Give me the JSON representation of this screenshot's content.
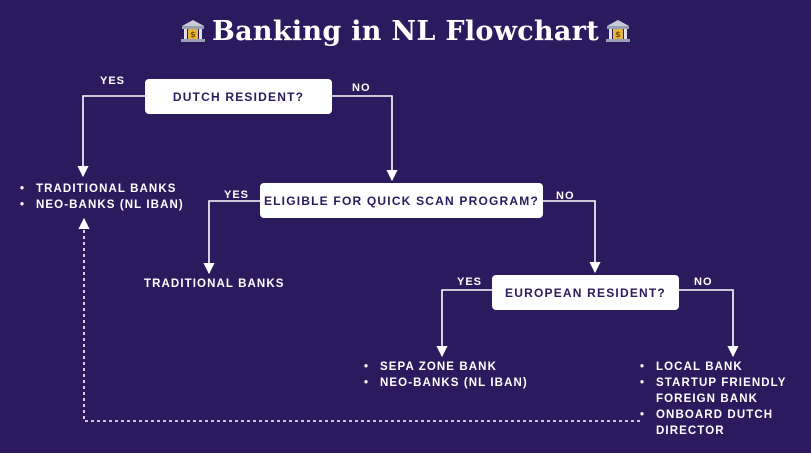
{
  "title": "Banking in NL Flowchart",
  "decisions": {
    "dutch_resident": "DUTCH RESIDENT?",
    "quick_scan": "ELIGIBLE FOR QUICK SCAN PROGRAM?",
    "european_resident": "EUROPEAN RESIDENT?"
  },
  "edges": {
    "dutch_yes": "YES",
    "dutch_no": "NO",
    "scan_yes": "YES",
    "scan_no": "NO",
    "euro_yes": "YES",
    "euro_no": "NO"
  },
  "outcomes": {
    "dutch_yes_list": [
      "TRADITIONAL BANKS",
      "NEO-BANKS (NL IBAN)"
    ],
    "scan_yes": "TRADITIONAL BANKS",
    "euro_yes_list": [
      "SEPA ZONE BANK",
      "NEO-BANKS (NL IBAN)"
    ],
    "euro_no_list": [
      "LOCAL BANK",
      "STARTUP FRIENDLY FOREIGN BANK",
      "ONBOARD DUTCH DIRECTOR"
    ]
  },
  "colors": {
    "background": "#2b1a5e",
    "box": "#ffffff",
    "box_text": "#2b1a5e",
    "text": "#ffffff",
    "icon_gold": "#e7b53a"
  }
}
